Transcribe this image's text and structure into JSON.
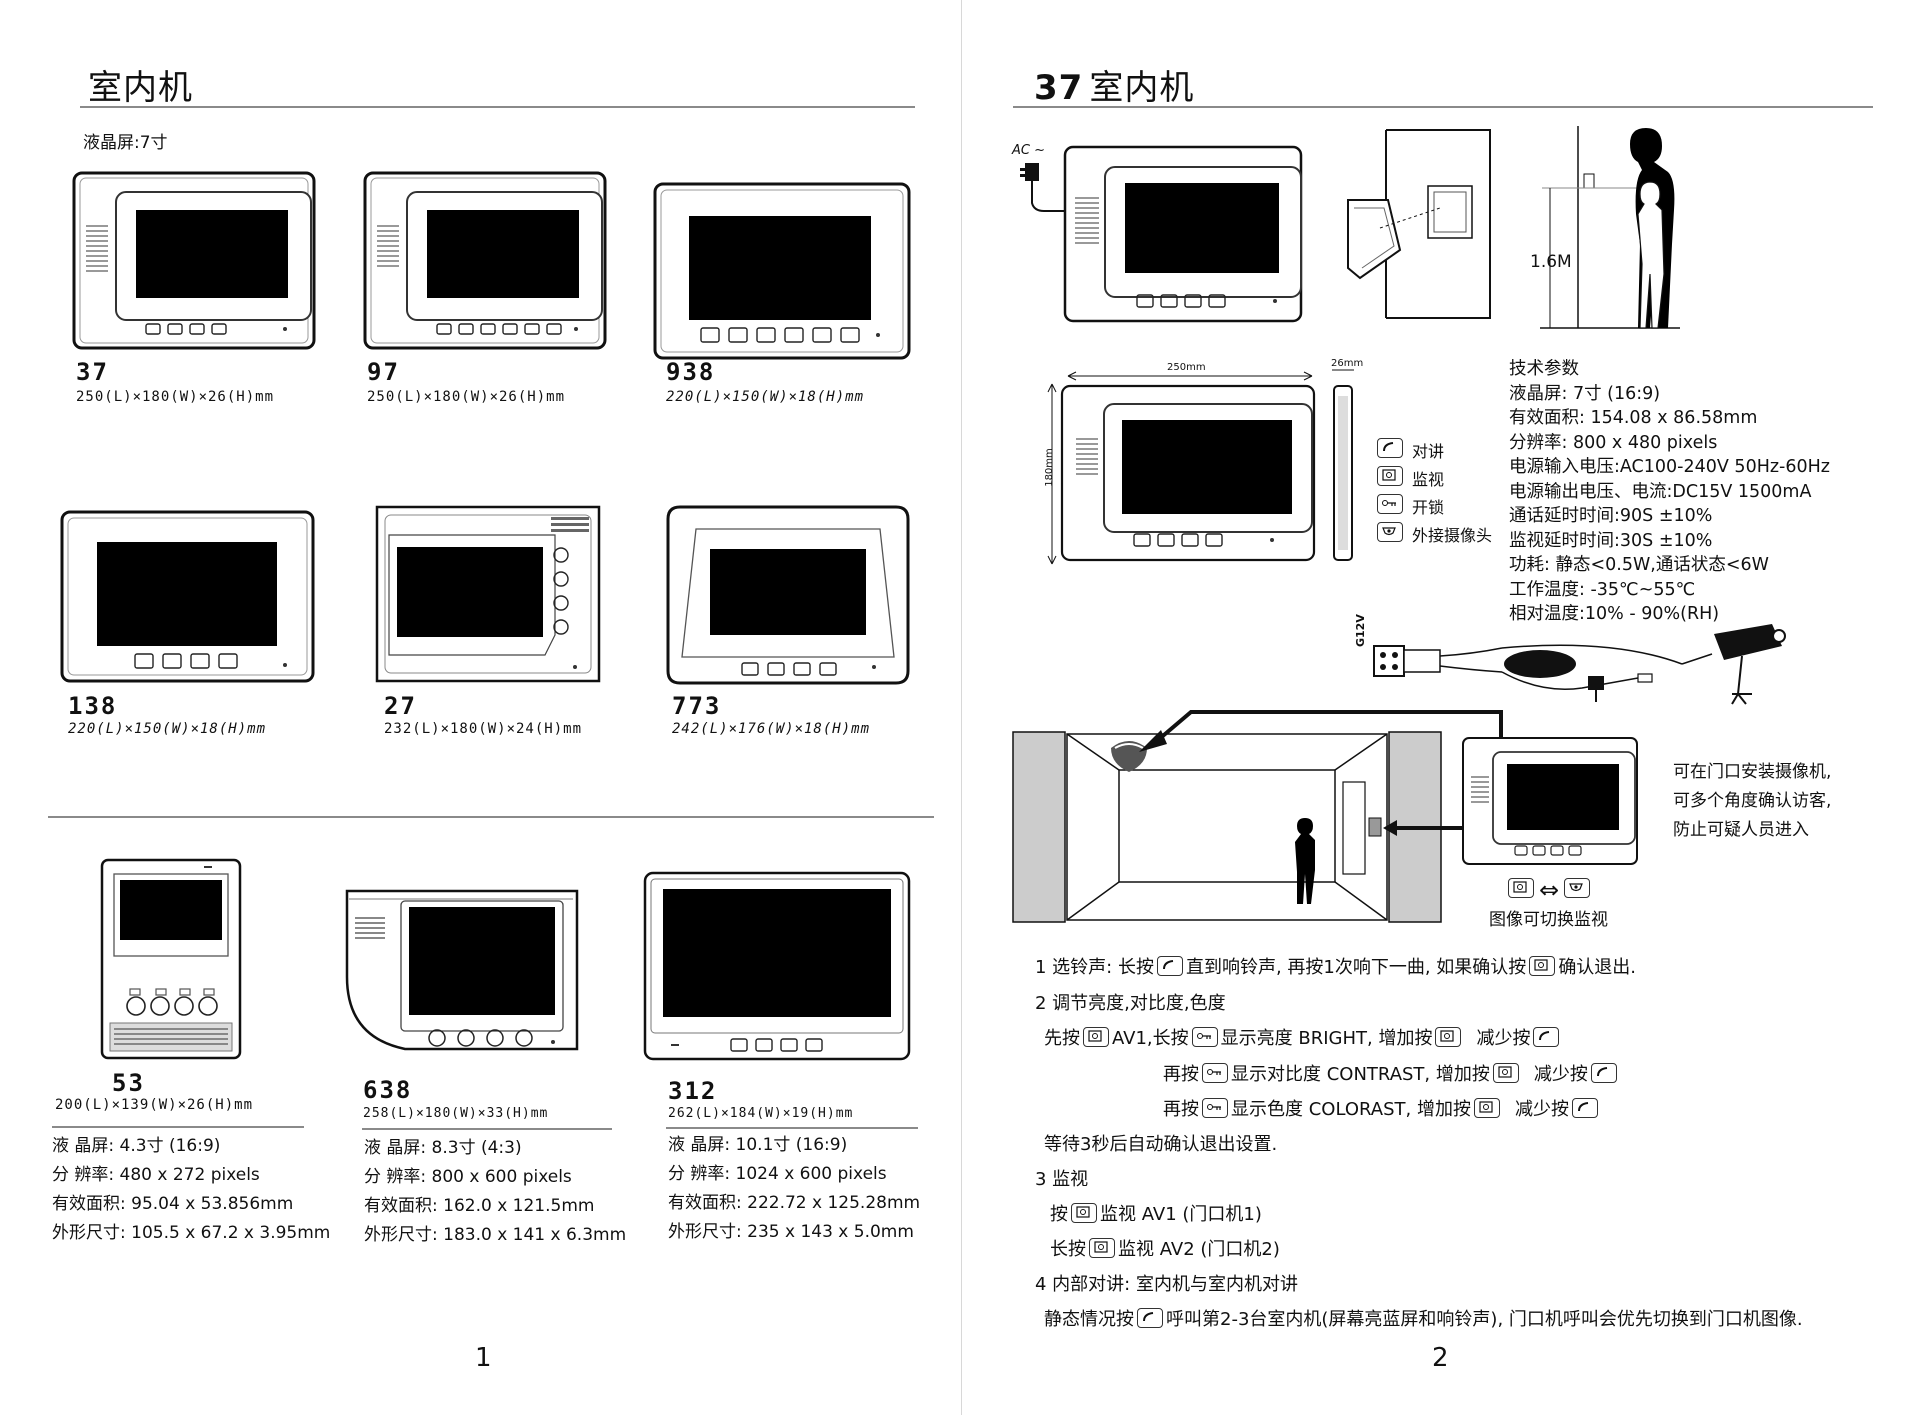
{
  "page1": {
    "title": "室内机",
    "lcd_label": "液晶屏:7寸",
    "models_top": [
      {
        "model": "37",
        "dims": "250(L)×180(W)×26(H)mm"
      },
      {
        "model": "97",
        "dims": "250(L)×180(W)×26(H)mm"
      },
      {
        "model": "938",
        "dims": "220(L)×150(W)×18(H)mm"
      },
      {
        "model": "138",
        "dims": "220(L)×150(W)×18(H)mm"
      },
      {
        "model": "27",
        "dims": "232(L)×180(W)×24(H)mm"
      },
      {
        "model": "773",
        "dims": "242(L)×176(W)×18(H)mm"
      }
    ],
    "models_bottom": [
      {
        "model": "53",
        "dims": "200(L)×139(W)×26(H)mm",
        "specs": [
          "液 晶屏: 4.3寸 (16:9)",
          "分 辨率: 480 x 272 pixels",
          "有效面积: 95.04 x 53.856mm",
          "外形尺寸: 105.5 x 67.2 x 3.95mm"
        ]
      },
      {
        "model": "638",
        "dims": "258(L)×180(W)×33(H)mm",
        "specs": [
          "液 晶屏: 8.3寸 (4:3)",
          "分 辨率: 800 x 600 pixels",
          "有效面积: 162.0 x 121.5mm",
          "外形尺寸: 183.0 x 141 x 6.3mm"
        ]
      },
      {
        "model": "312",
        "dims": "262(L)×184(W)×19(H)mm",
        "specs": [
          "液 晶屏: 10.1寸 (16:9)",
          "分 辨率: 1024 x 600 pixels",
          "有效面积: 222.72 x 125.28mm",
          "外形尺寸: 235 x 143 x 5.0mm"
        ]
      }
    ],
    "page_number": "1"
  },
  "page2": {
    "title": "37 室内机",
    "ac_label": "AC ~",
    "height_label": "1.6M",
    "dim_width": "250mm",
    "dim_depth": "26mm",
    "dim_height": "180mm",
    "legend": [
      "对讲",
      "监视",
      "开锁",
      "外接摄像头"
    ],
    "tech_specs": [
      "技术参数",
      "液晶屏: 7寸 (16:9)",
      "有效面积: 154.08 x 86.58mm",
      "分辨率: 800 x 480 pixels",
      "电源输入电压:AC100-240V 50Hz-60Hz",
      "电源输出电压、电流:DC15V 1500mA",
      "通话延时时间:90S ±10%",
      "监视延时时间:30S ±10%",
      "功耗: 静态<0.5W,通话状态<6W",
      "工作温度: -35℃~55℃",
      "相对温度:10% - 90%(RH)"
    ],
    "connector_label": "G12V",
    "camera_note": [
      "可在门口安装摄像机,",
      "可多个角度确认访客,",
      "防止可疑人员进入"
    ],
    "switch_caption": "图像可切换监视",
    "instructions": {
      "line1": [
        "1 选铃声: 长按",
        "直到响铃声, 再按1次响下一曲, 如果确认按",
        "确认退出."
      ],
      "line2": "2 调节亮度,对比度,色度",
      "line3": [
        "先按",
        "AV1,长按",
        "显示亮度 BRIGHT, 增加按",
        "减少按"
      ],
      "line4": [
        "再按",
        "显示对比度 CONTRAST, 增加按",
        "减少按"
      ],
      "line5": [
        "再按",
        "显示色度 COLORAST, 增加按",
        "减少按"
      ],
      "line6": "等待3秒后自动确认退出设置.",
      "line7": "3 监视",
      "line8": [
        "按",
        "监视 AV1 (门口机1)"
      ],
      "line9": [
        "长按",
        "监视 AV2 (门口机2)"
      ],
      "line10": "4 内部对讲: 室内机与室内机对讲",
      "line11": [
        "静态情况按",
        "呼叫第2-3台室内机(屏幕亮蓝屏和响铃声), 门口机呼叫会优先切换到门口机图像."
      ]
    },
    "page_number": "2"
  }
}
